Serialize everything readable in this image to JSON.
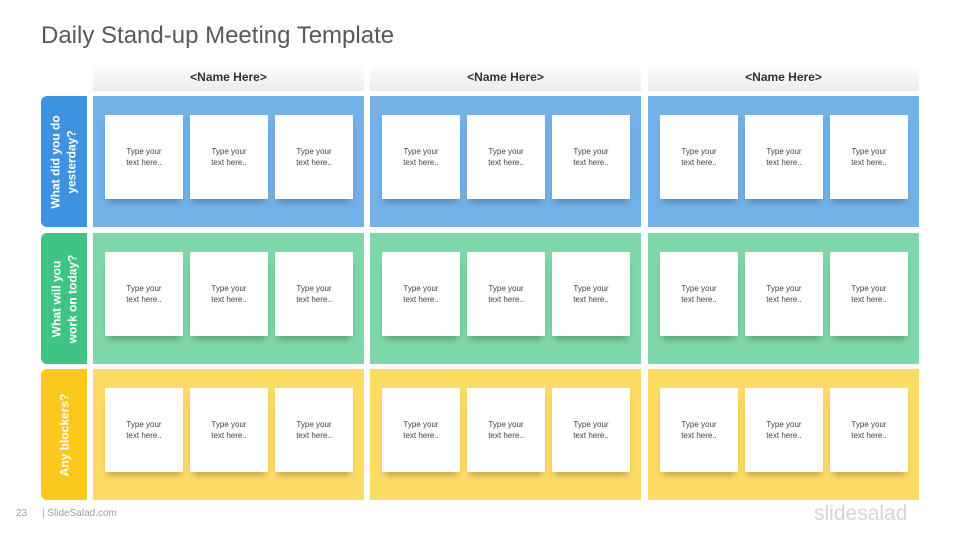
{
  "slide": {
    "title": "Daily Stand-up Meeting Template",
    "page_number": "23",
    "footer_site": "| SlideSalad.com",
    "brand": "slidesalad"
  },
  "columns": [
    {
      "name": "<Name Here>"
    },
    {
      "name": "<Name Here>"
    },
    {
      "name": "<Name Here>"
    }
  ],
  "rows": [
    {
      "label_lines": [
        "What did you do",
        "yesterday?"
      ],
      "label_color": "#3d93e0",
      "cell_color": "#72b2e8"
    },
    {
      "label_lines": [
        "What will you",
        "work on today?"
      ],
      "label_color": "#3fc484",
      "cell_color": "#7dd7a9"
    },
    {
      "label_lines": [
        "Any blockers?"
      ],
      "label_color": "#fbc81e",
      "cell_color": "#fddc66"
    }
  ],
  "note_text": "Type your\ntext here.."
}
